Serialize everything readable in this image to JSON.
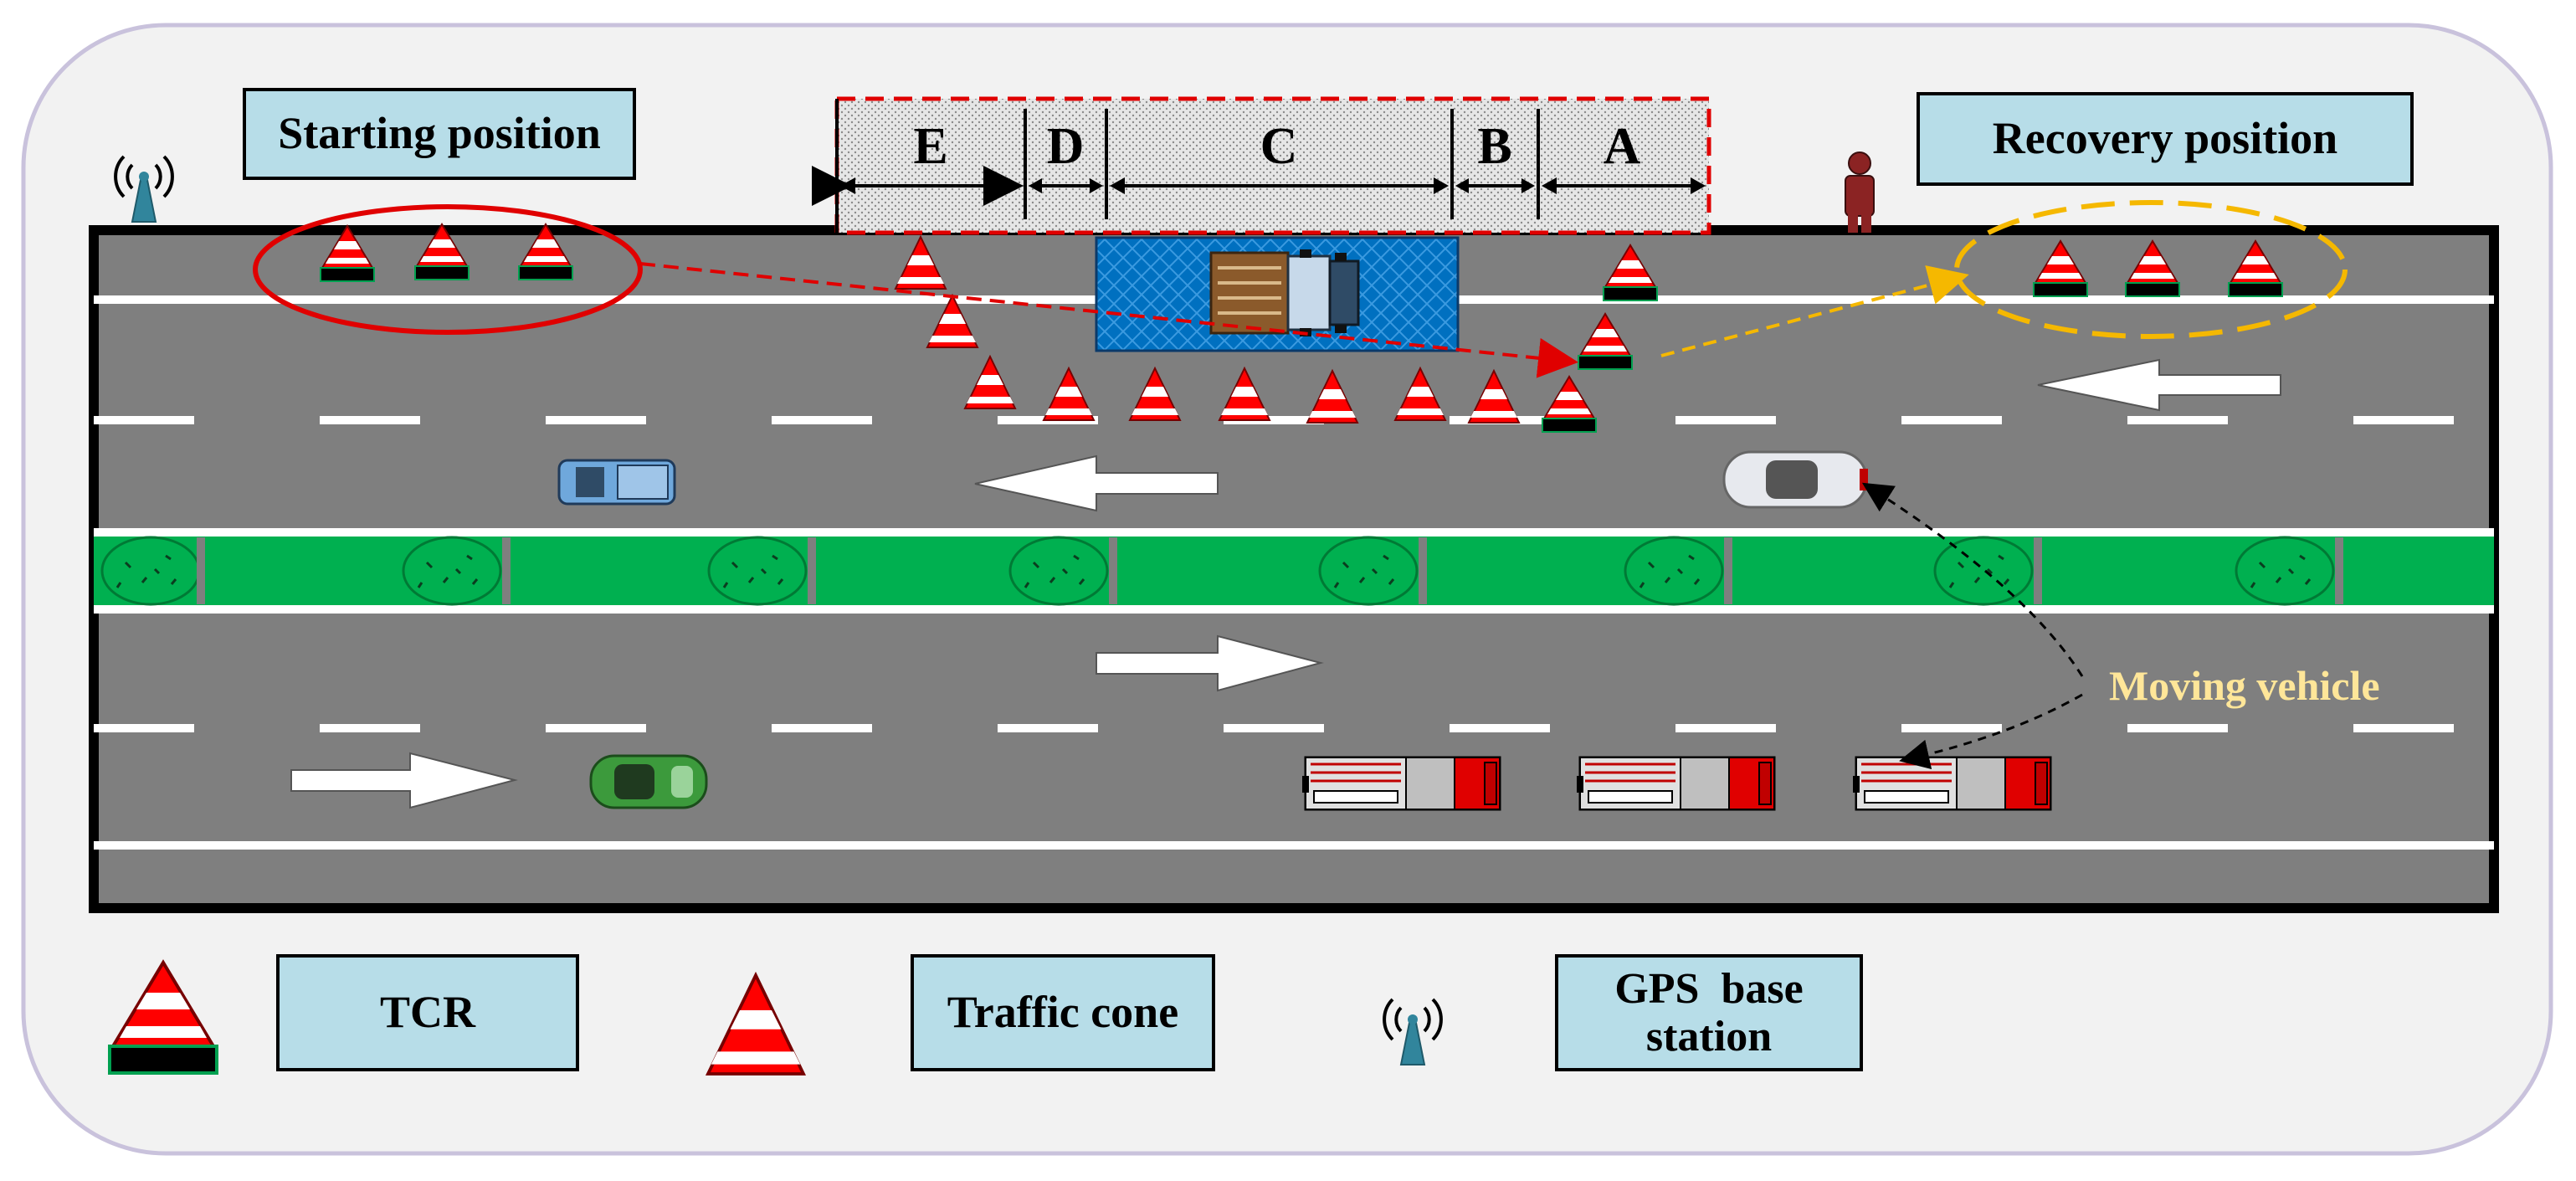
{
  "labels": {
    "starting_position": "Starting position",
    "recovery_position": "Recovery position",
    "moving_vehicle": "Moving vehicle"
  },
  "work_zone_segments": [
    "E",
    "D",
    "C",
    "B",
    "A"
  ],
  "legend": {
    "tcr": "TCR",
    "traffic_cone": "Traffic cone",
    "gps_line1": "GPS  base",
    "gps_line2": "station"
  },
  "colors": {
    "road": "#7f7f7f",
    "background": "#f2f2f2",
    "label_fill": "#b7dde8",
    "cone_red": "#ff0000",
    "hedge_green": "#00b050",
    "work_truck_blue": "#0070c0",
    "start_ellipse": "#e00000",
    "recovery_ellipse": "#f5b800",
    "moving_vehicle_text": "#ffe699"
  }
}
